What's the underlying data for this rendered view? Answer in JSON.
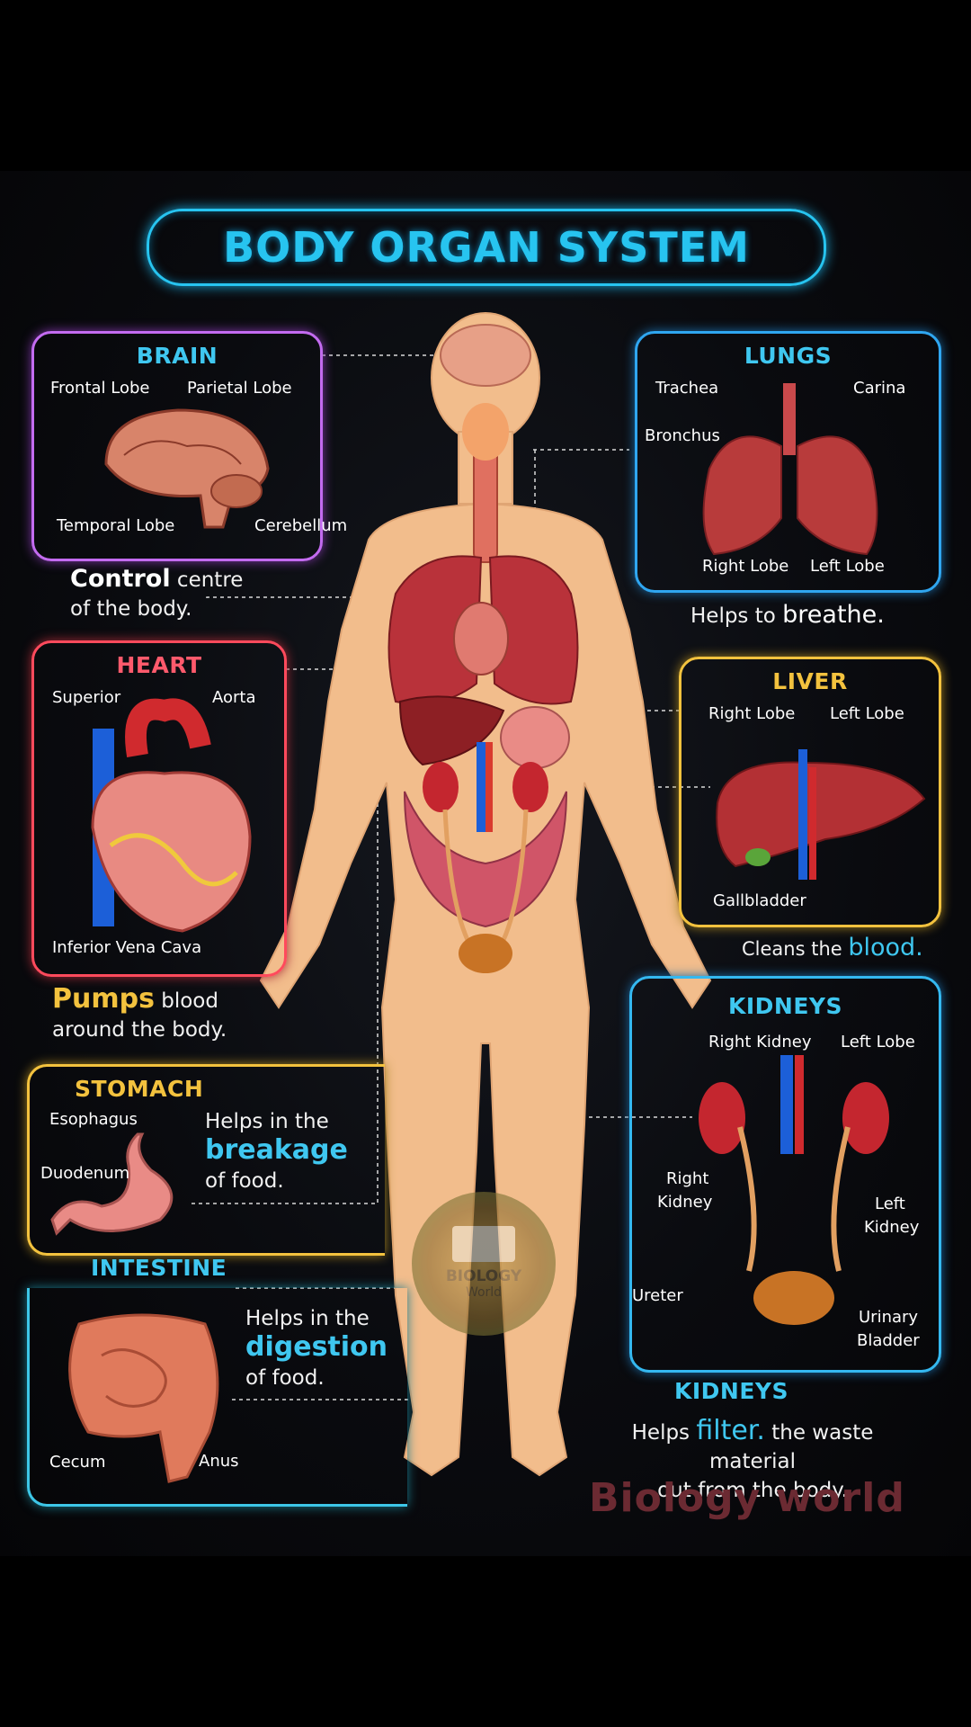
{
  "title": "BODY ORGAN SYSTEM",
  "brain": {
    "title": "BRAIN",
    "labels": [
      "Frontal Lobe",
      "Parietal Lobe",
      "Temporal Lobe",
      "Cerebellum"
    ],
    "desc_strong": "Control",
    "desc_rest": " centre",
    "desc_line2": "of the body."
  },
  "lungs": {
    "title": "LUNGS",
    "labels": [
      "Trachea",
      "Carina",
      "Bronchus",
      "Right Lobe",
      "Left Lobe"
    ],
    "desc_pre": "Helps to ",
    "desc_strong": "breathe."
  },
  "heart": {
    "title": "HEART",
    "labels": [
      "Superior",
      "Aorta",
      "Inferior Vena Cava"
    ],
    "desc_strong": "Pumps",
    "desc_rest": " blood",
    "desc_line2": "around the body."
  },
  "liver": {
    "title": "LIVER",
    "labels": [
      "Right Lobe",
      "Left Lobe",
      "Gallbladder"
    ],
    "desc_pre": "Cleans the ",
    "desc_strong": "blood."
  },
  "kidneys_panel": {
    "title": "KIDNEYS",
    "labels": [
      "Right Kidney",
      "Left Lobe",
      "Right",
      "Kidney",
      "Left",
      "Kidney",
      "Ureter",
      "Urinary",
      "Bladder"
    ]
  },
  "stomach": {
    "title": "STOMACH",
    "labels": [
      "Esophagus",
      "Duodenum"
    ],
    "desc_line1": "Helps in the",
    "desc_strong": "breakage",
    "desc_line3": "of food."
  },
  "intestine": {
    "title": "INTESTINE",
    "labels": [
      "Cecum",
      "Anus"
    ],
    "desc_line1": "Helps in the",
    "desc_strong": "digestion",
    "desc_line3": "of food."
  },
  "kidneys_footer": {
    "title": "KIDNEYS",
    "desc_pre": "Helps ",
    "desc_strong": "filter.",
    "desc_post": " the waste material",
    "desc_line2": "out from the body."
  },
  "logo": {
    "line1": "BIOLOGY",
    "line2": "World"
  },
  "watermark": "Biology world",
  "colors": {
    "title": "#27c4f0",
    "brain": "#c36bf0",
    "lungs": "#2fa6f0",
    "heart": "#ff4a5c",
    "liver": "#f3c23e",
    "kidneys": "#34b8f0",
    "stomach": "#f3c23e",
    "intestine": "#3dc7e8",
    "body": "#f2bd8c"
  }
}
